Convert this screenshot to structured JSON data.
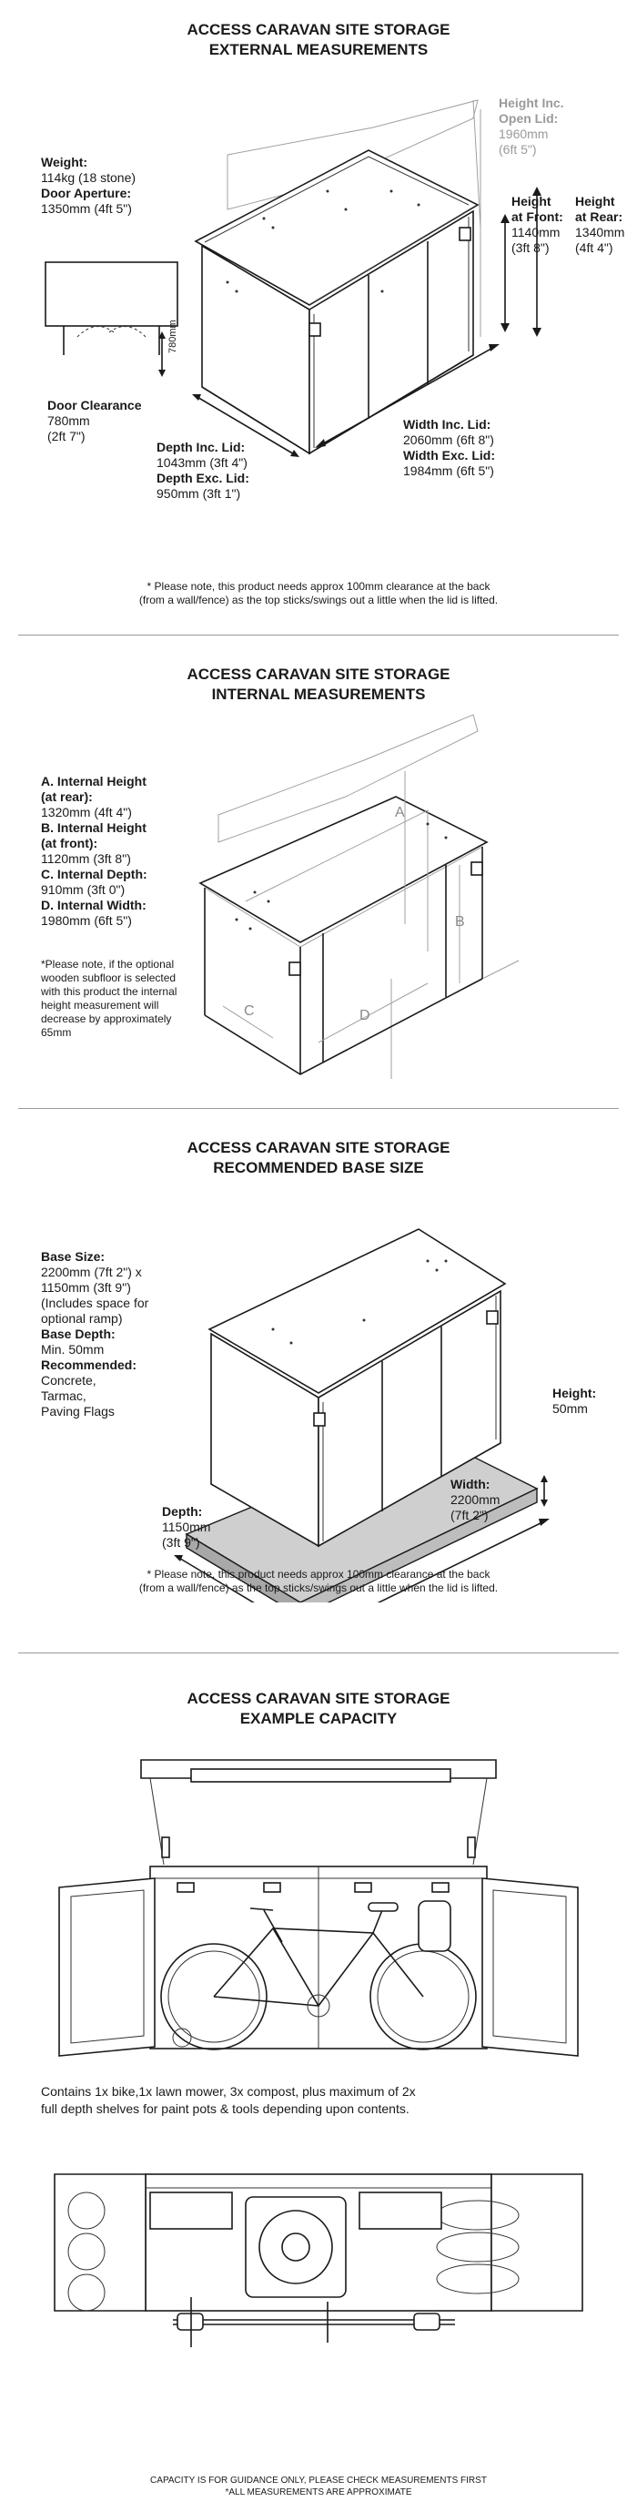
{
  "external": {
    "title_line1": "ACCESS CARAVAN SITE STORAGE",
    "title_line2": "EXTERNAL MEASUREMENTS",
    "weight_label": "Weight:",
    "weight_value": "114kg (18 stone)",
    "door_aperture_label": "Door Aperture:",
    "door_aperture_value": "1350mm (4ft 5\")",
    "door_clearance_label": "Door Clearance",
    "door_clearance_mm": "780mm",
    "door_clearance_ft": "(2ft 7\")",
    "door_dim_tag": "780mm",
    "height_open_label1": "Height Inc.",
    "height_open_label2": "Open Lid:",
    "height_open_mm": "1960mm",
    "height_open_ft": "(6ft 5\")",
    "height_front_label1": "Height",
    "height_front_label2": "at Front:",
    "height_front_mm": "1140mm",
    "height_front_ft": "(3ft 8\")",
    "height_rear_label1": "Height",
    "height_rear_label2": "at Rear:",
    "height_rear_mm": "1340mm",
    "height_rear_ft": "(4ft 4\")",
    "width_inc_label": "Width Inc. Lid:",
    "width_inc_value": "2060mm (6ft 8\")",
    "width_exc_label": "Width Exc. Lid:",
    "width_exc_value": "1984mm (6ft 5\")",
    "depth_inc_label": "Depth Inc. Lid:",
    "depth_inc_value": "1043mm (3ft 4\")",
    "depth_exc_label": "Depth Exc. Lid:",
    "depth_exc_value": "950mm (3ft 1\")",
    "note_line1": "* Please note, this product needs approx 100mm clearance at the back",
    "note_line2": "(from a wall/fence) as the top sticks/swings out a little when the lid is lifted."
  },
  "internal": {
    "title_line1": "ACCESS CARAVAN SITE STORAGE",
    "title_line2": "INTERNAL MEASUREMENTS",
    "a_label1": "A. Internal Height",
    "a_label2": "(at rear):",
    "a_value": "1320mm (4ft 4\")",
    "b_label1": "B. Internal Height",
    "b_label2": "(at front):",
    "b_value": "1120mm (3ft 8\")",
    "c_label": "C. Internal Depth:",
    "c_value": "910mm (3ft 0\")",
    "d_label": "D. Internal Width:",
    "d_value": "1980mm (6ft 5\")",
    "note_line1": "*Please note, if the optional",
    "note_line2": "wooden subfloor is selected",
    "note_line3": "with this product the internal",
    "note_line4": "height measurement will",
    "note_line5": "decrease by approximately",
    "note_line6": "65mm",
    "letter_a": "A",
    "letter_b": "B",
    "letter_c": "C",
    "letter_d": "D"
  },
  "base": {
    "title_line1": "ACCESS CARAVAN SITE STORAGE",
    "title_line2": "RECOMMENDED BASE SIZE",
    "size_label": "Base Size:",
    "size_line1": "2200mm (7ft 2\") x",
    "size_line2": "1150mm (3ft 9\")",
    "size_line3": "(Includes space for",
    "size_line4": "optional ramp)",
    "depth_label": "Base Depth:",
    "depth_value": "Min. 50mm",
    "recommended_label": "Recommended:",
    "rec_line1": "Concrete,",
    "rec_line2": "Tarmac,",
    "rec_line3": "Paving Flags",
    "height_label": "Height:",
    "height_value": "50mm",
    "width_label": "Width:",
    "width_mm": "2200mm",
    "width_ft": "(7ft 2\")",
    "depth2_label": "Depth:",
    "depth2_mm": "1150mm",
    "depth2_ft": "(3ft 9\")",
    "note_line1": "* Please note, this product needs approx 100mm clearance at the back",
    "note_line2": "(from a wall/fence) as the top sticks/swings out a little when the lid is lifted."
  },
  "capacity": {
    "title_line1": "ACCESS CARAVAN SITE STORAGE",
    "title_line2": "EXAMPLE CAPACITY",
    "contains_line1": "Contains 1x bike,1x lawn mower, 3x compost, plus maximum of 2x",
    "contains_line2": "full depth shelves for paint pots & tools depending upon contents.",
    "footer_line1": "CAPACITY IS FOR GUIDANCE ONLY, PLEASE CHECK MEASUREMENTS FIRST",
    "footer_line2": "*ALL MEASUREMENTS ARE APPROXIMATE"
  }
}
